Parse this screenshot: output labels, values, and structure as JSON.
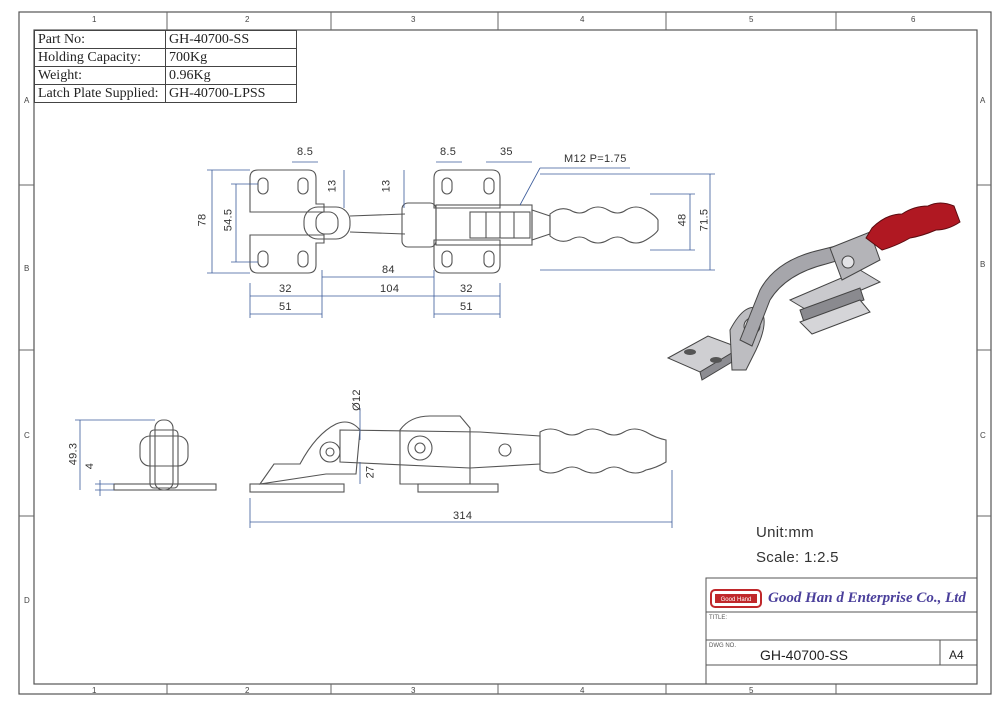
{
  "spec_table": [
    {
      "label": "Part No:",
      "value": "GH-40700-SS"
    },
    {
      "label": "Holding Capacity:",
      "value": "700Kg"
    },
    {
      "label": "Weight:",
      "value": "0.96Kg"
    },
    {
      "label": "Latch Plate Supplied:",
      "value": "GH-40700-LPSS"
    }
  ],
  "grid": {
    "columns": [
      "1",
      "2",
      "3",
      "4",
      "5",
      "6"
    ],
    "rows": [
      "A",
      "B",
      "C",
      "D"
    ]
  },
  "top_view_dims": {
    "hole_pitch_left": "8.5",
    "hole_pitch_right": "8.5",
    "handle_offset": "35",
    "thread": "M12 P=1.75",
    "left_plate_gap": "13",
    "right_plate_gap": "13",
    "overall_height": "78",
    "inner_height": "54.5",
    "handle_height": "48",
    "handle_height_outer": "71.5",
    "center_84": "84",
    "center_104": "104",
    "pitch_32_left": "32",
    "pitch_32_right": "32",
    "width_51_left": "51",
    "width_51_right": "51"
  },
  "side_view_dims": {
    "height_49_3": "49.3",
    "thickness_4": "4",
    "pin_dia": "Ø12",
    "pin_height": "27",
    "overall_length": "314"
  },
  "notes": {
    "unit": "Unit:mm",
    "scale": "Scale: 1:2.5"
  },
  "title_block": {
    "company": "Good Han d Enterprise Co., Ltd",
    "logo_text": "Good Hand",
    "title_label": "TITLE:",
    "dwg_label": "DWG NO.",
    "dwg_no": "GH-40700-SS",
    "sheet_size": "A4"
  },
  "colors": {
    "line": "#555555",
    "dimension": "#3a5a9a",
    "handle_red": "#b01822",
    "brand": "#4a3f9b",
    "logo_red": "#c0282b"
  }
}
